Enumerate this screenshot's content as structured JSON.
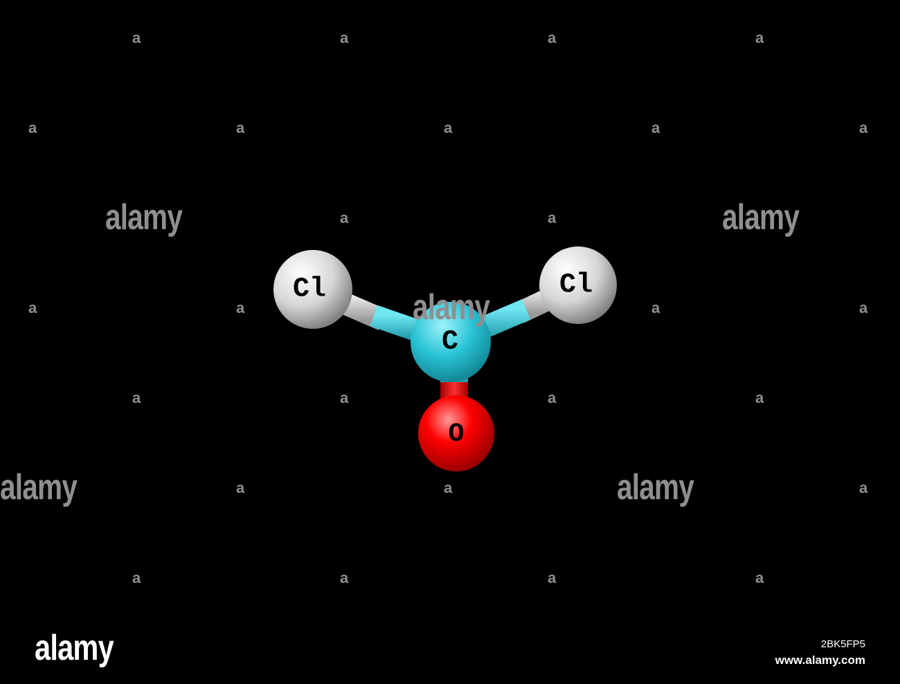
{
  "atoms": {
    "chlorine_left": {
      "label": "Cl",
      "color": "#dcdcdc"
    },
    "chlorine_right": {
      "label": "Cl",
      "color": "#dcdcdc"
    },
    "carbon": {
      "label": "C",
      "color": "#29c4d6"
    },
    "oxygen": {
      "label": "O",
      "color": "#ff0000"
    }
  },
  "colors": {
    "background": "#000000",
    "bond_chlorine": "#cfcfcf",
    "bond_carbon": "#29c4d6",
    "bond_oxygen": "#e00000",
    "watermark": "#8f8f8f"
  },
  "watermark": {
    "small_mark": "a",
    "word": "alamy"
  },
  "footer": {
    "logo": "alamy",
    "image_id": "2BK5FP5",
    "site_url": "www.alamy.com"
  }
}
